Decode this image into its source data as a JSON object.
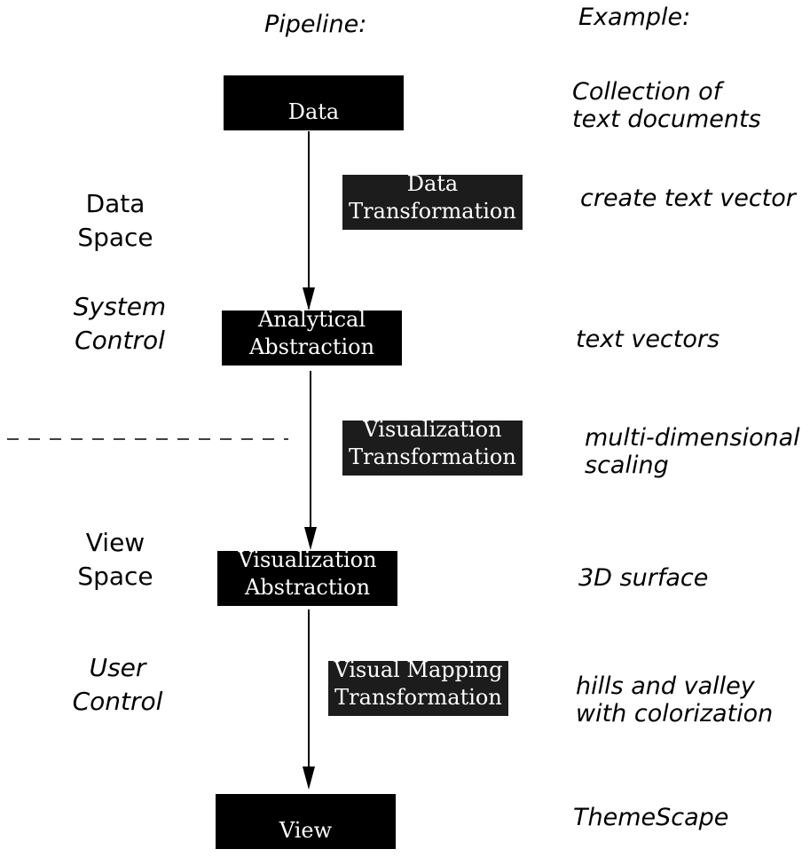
{
  "headings": {
    "pipeline": "Pipeline:",
    "example": "Example:"
  },
  "side_labels": {
    "data_space": [
      "Data",
      "Space"
    ],
    "system_control": [
      "System",
      "Control"
    ],
    "view_space": [
      "View",
      "Space"
    ],
    "user_control": [
      "User",
      "Control"
    ]
  },
  "stages": {
    "data": [
      "Data"
    ],
    "analytical_abstraction": [
      "Analytical",
      "Abstraction"
    ],
    "visualization_abstraction": [
      "Visualization",
      "Abstraction"
    ],
    "view": [
      "View"
    ]
  },
  "transformations": {
    "data_transformation": [
      "Data",
      "Transformation"
    ],
    "visualization_transformation": [
      "Visualization",
      "Transformation"
    ],
    "visual_mapping_transformation": [
      "Visual Mapping",
      "Transformation"
    ]
  },
  "examples": {
    "data": [
      "Collection of",
      "text documents"
    ],
    "data_transformation": [
      "create text vector"
    ],
    "analytical_abstraction": [
      "text vectors"
    ],
    "visualization_transformation": [
      "multi-dimensional",
      "scaling"
    ],
    "visualization_abstraction": [
      "3D surface"
    ],
    "visual_mapping_transformation": [
      "hills and valley",
      "with colorization"
    ],
    "view": [
      "ThemeScape"
    ]
  }
}
